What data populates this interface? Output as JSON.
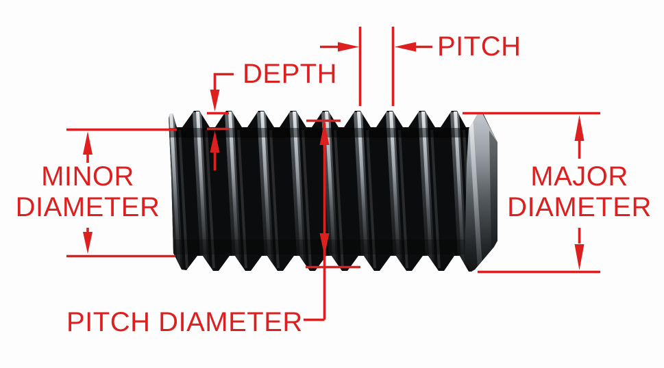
{
  "labels": {
    "pitch": "PITCH",
    "depth": "DEPTH",
    "minor_line1": "MINOR",
    "minor_line2": "DIAMETER",
    "major_line1": "MAJOR",
    "major_line2": "DIAMETER",
    "pitch_diameter": "PITCH DIAMETER"
  },
  "colors": {
    "annotation_red": "#dc1f1f",
    "thread_body": "#0b0c0d",
    "background": "#fdfdfd"
  }
}
